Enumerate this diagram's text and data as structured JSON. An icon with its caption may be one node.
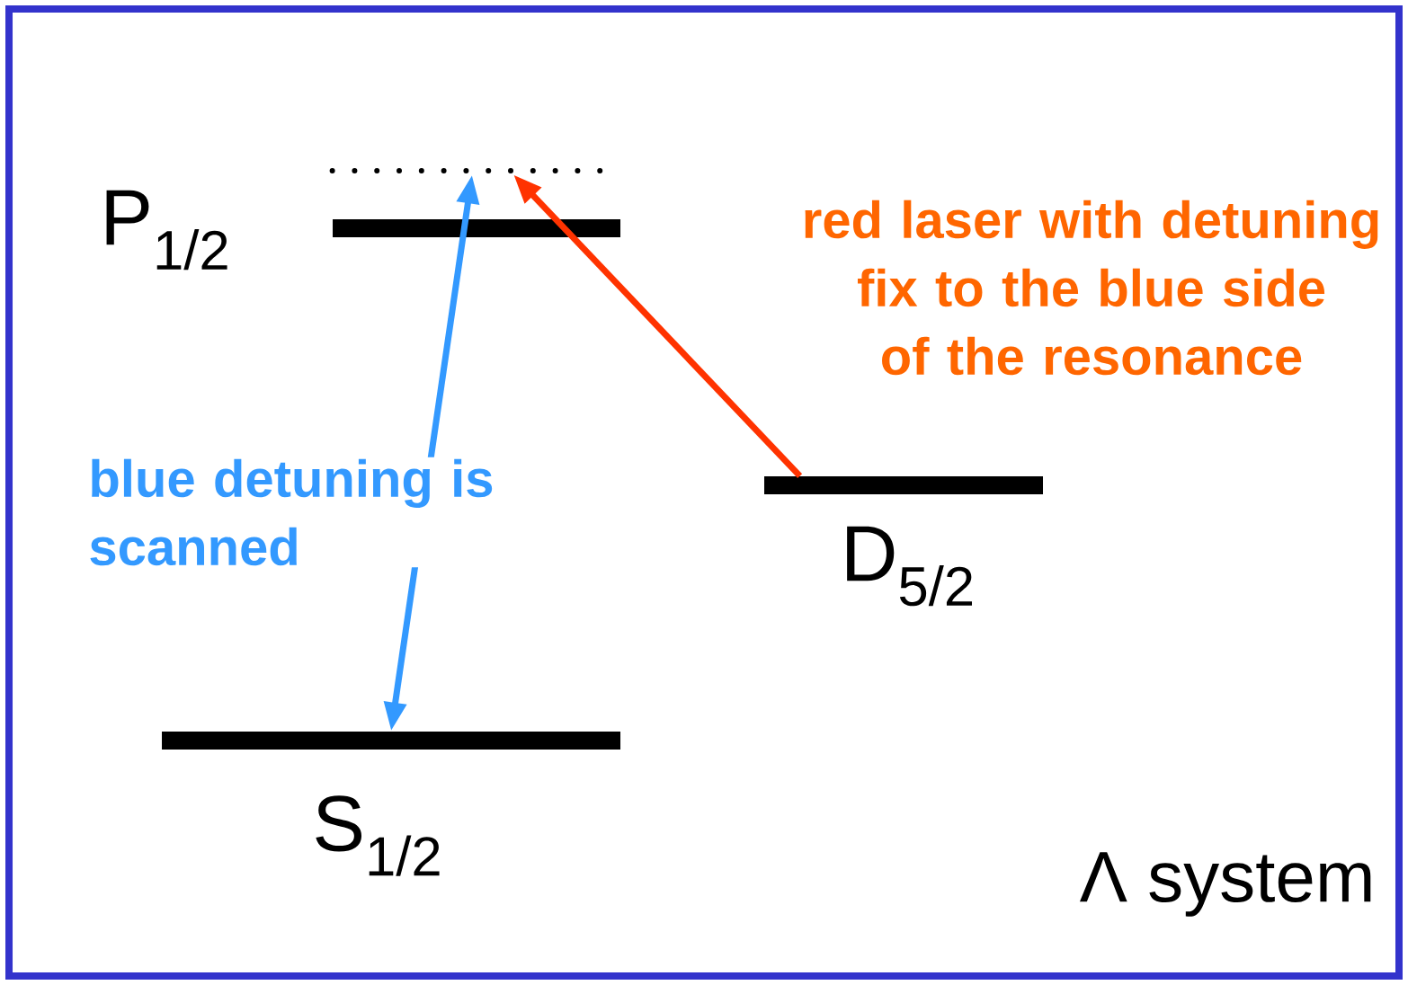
{
  "diagram": {
    "nodes": [
      {
        "text": [
          "P$_{1/2}$"
        ]
      },
      {
        "text": [],
        "shape": "bar"
      },
      {
        "text": [
          "D$_{5/2}$"
        ]
      },
      {
        "text": [
          "S$_{1/2}$"
        ]
      }
    ],
    "edges": [
      {
        "from": 3,
        "to": 1,
        "arrow": "both",
        "color": "#3399ff",
        "label": "blue detuning is scanned"
      },
      {
        "from": 2,
        "to": 1,
        "arrow": "to",
        "color": "#ff3300",
        "label": "red laser with detuning fix to the blue side of the resonance"
      }
    ],
    "labels": [
      "Λ system"
    ]
  }
}
